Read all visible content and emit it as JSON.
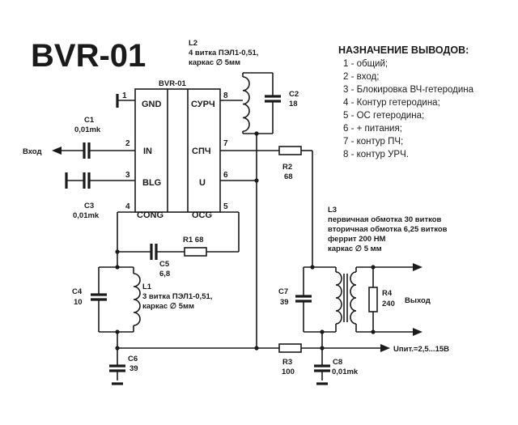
{
  "title": "BVR-01",
  "chip": {
    "name": "BVR-01",
    "pins_left": [
      "GND",
      "IN",
      "BLG",
      "CONG"
    ],
    "pins_right": [
      "СУРЧ",
      "СПЧ",
      "U",
      "OCG"
    ],
    "pin_numbers": [
      "1",
      "2",
      "3",
      "4",
      "8",
      "7",
      "6",
      "5"
    ]
  },
  "pin_assignment": {
    "title": "НАЗНАЧЕНИЕ ВЫВОДОВ:",
    "items": [
      "1 - общий;",
      "2 - вход;",
      "3 - Блокировка ВЧ-гетеродина",
      "4 - Контур гетеродина;",
      "5 - ОС гетеродина;",
      "6 - + питания;",
      "7 - контур ПЧ;",
      "8 - контур УРЧ."
    ]
  },
  "components": {
    "L2": [
      "L2",
      "4 витка ПЭЛ1-0,51,",
      "каркас ∅ 5мм"
    ],
    "C1": [
      "C1",
      "0,01mk"
    ],
    "C2": [
      "C2",
      "18"
    ],
    "C3": [
      "C3",
      "0,01mk"
    ],
    "R1": "R1 68",
    "C5": [
      "C5",
      "6,8"
    ],
    "R2": [
      "R2",
      "68"
    ],
    "L3": [
      "L3",
      "первичная обмотка 30 витков",
      "вторичная обмотка 6,25 витков",
      "феррит 200 НМ",
      "каркас ∅ 5 мм"
    ],
    "C4": [
      "C4",
      "10"
    ],
    "L1": [
      "L1",
      "3 витка ПЭЛ1-0,51,",
      "каркас ∅ 5мм"
    ],
    "C7": [
      "C7",
      "39"
    ],
    "R4": [
      "R4",
      "240"
    ],
    "C6": [
      "C6",
      "39"
    ],
    "R3": [
      "R3",
      "100"
    ],
    "C8": [
      "C8",
      "0,01mk"
    ]
  },
  "terminals": {
    "input": "Вход",
    "output": "Выход",
    "supply": "Uпит.=2,5...15В"
  },
  "colors": {
    "ink": "#1a1a1a",
    "background": "#ffffff"
  }
}
